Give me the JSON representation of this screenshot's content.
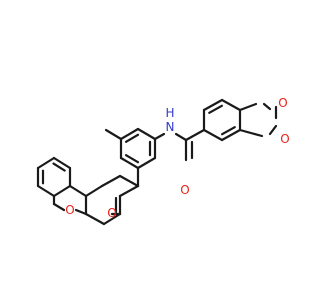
{
  "molecule": {
    "atom_labels": {
      "amide_nitrogen": "N",
      "amide_hydrogen": "H",
      "carbonyl_oxygen": "O",
      "dioxole_oxygen_top": "O",
      "dioxole_oxygen_bottom": "O",
      "ring_oxygen": "O",
      "lactone_oxygen": "O"
    },
    "colors": {
      "bond": "#1a1a1a",
      "nitrogen": "#2f3ad1",
      "oxygen": "#e8231b"
    }
  }
}
